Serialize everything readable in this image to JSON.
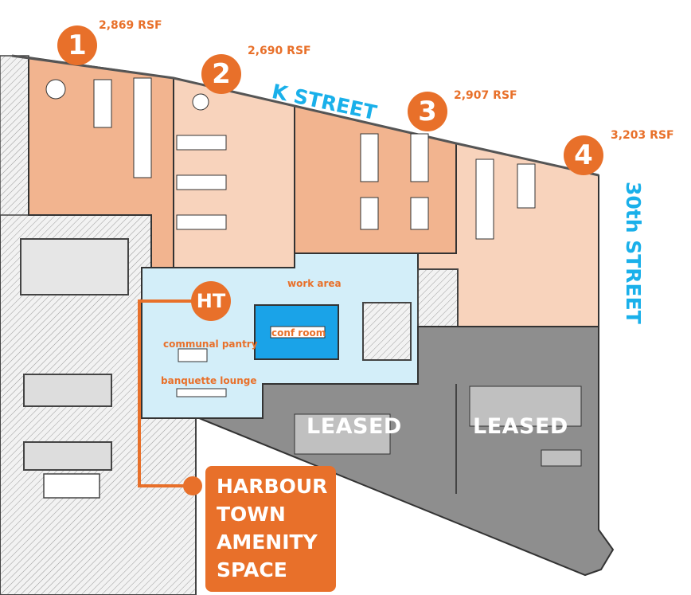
{
  "suites": [
    {
      "number": "1",
      "area": "2,869 RSF"
    },
    {
      "number": "2",
      "area": "2,690 RSF"
    },
    {
      "number": "3",
      "area": "2,907 RSF"
    },
    {
      "number": "4",
      "area": "3,203 RSF"
    }
  ],
  "streets": {
    "north": "K STREET",
    "east": "30th STREET"
  },
  "amenity": {
    "badge": "HT",
    "work_area": "work area",
    "conf_room": "conf room",
    "pantry": "communal pantry",
    "lounge": "banquette lounge",
    "callout": [
      "HARBOUR",
      "TOWN",
      "AMENITY",
      "SPACE"
    ]
  },
  "leased": [
    "LEASED",
    "LEASED"
  ],
  "colors": {
    "accent": "#e8702a",
    "street": "#1ab0ea",
    "suite_dark": "#f2b48f",
    "suite_light": "#f8d3bc",
    "amenity": "#d3eef9",
    "conf": "#1aa3e8",
    "leased": "#8e8e8e"
  }
}
